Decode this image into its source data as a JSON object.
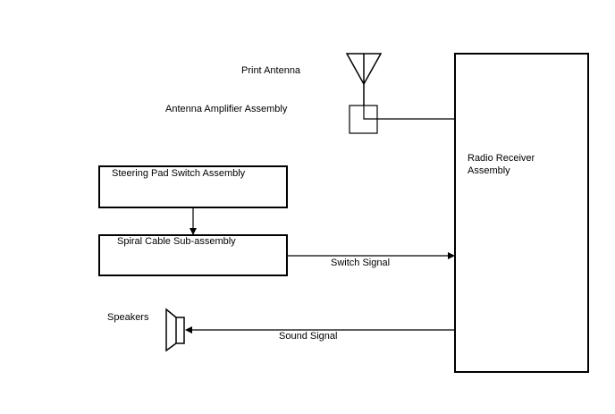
{
  "labels": {
    "print_antenna": "Print Antenna",
    "antenna_amplifier": "Antenna Amplifier Assembly",
    "radio_receiver_line1": "Radio Receiver",
    "radio_receiver_line2": "Assembly",
    "steering_pad": "Steering Pad Switch Assembly",
    "spiral_cable": "Spiral Cable Sub-assembly",
    "switch_signal": "Switch Signal",
    "speakers": "Speakers",
    "sound_signal": "Sound Signal"
  },
  "colors": {
    "stroke": "#000000",
    "background": "#ffffff"
  }
}
